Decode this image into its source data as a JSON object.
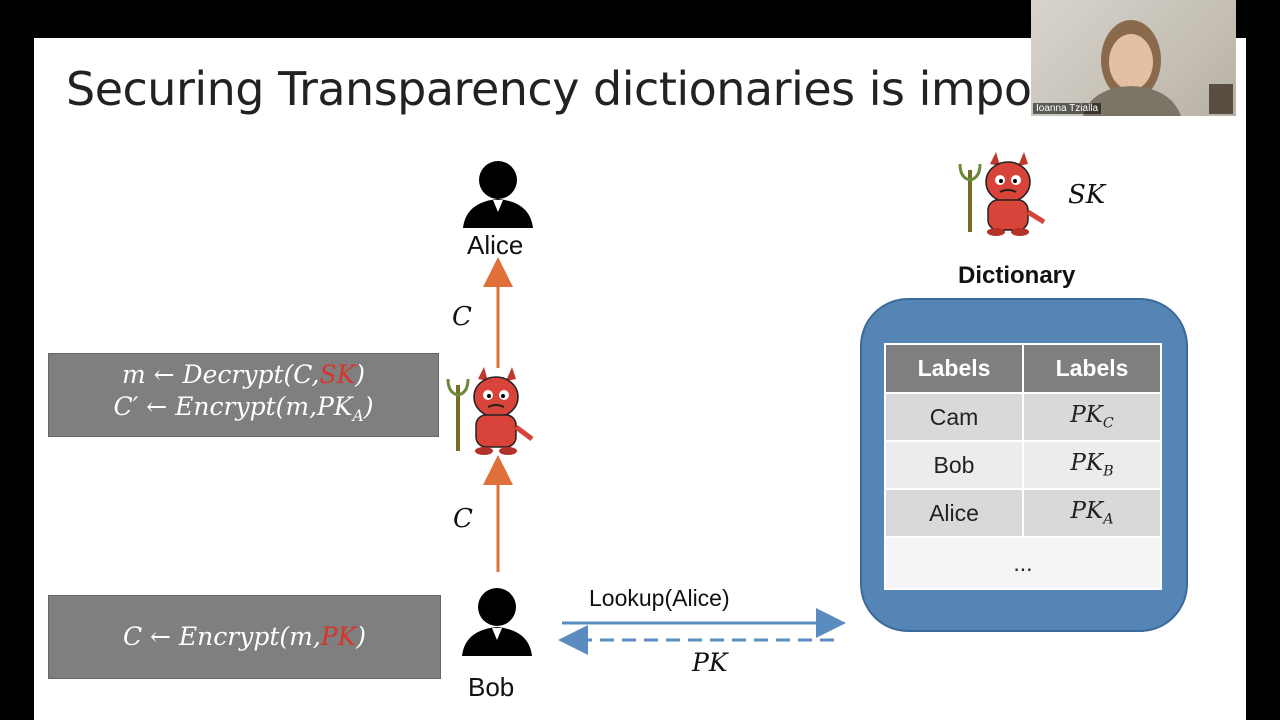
{
  "slide": {
    "title": "Securing Transparency dictionaries is impor"
  },
  "video": {
    "participant_name": "Ioanna Tzialla"
  },
  "actors": {
    "alice": "Alice",
    "bob": "Bob"
  },
  "messages": {
    "c_upper": "C",
    "c_lower": "C",
    "lookup": "Lookup(Alice)",
    "pk": "PK",
    "sk": "SK"
  },
  "attacker_box": {
    "line1_prefix": "m ← Decrypt(C,",
    "line1_key": "SK",
    "line1_suffix": ")",
    "line2_prefix": "C′ ← Encrypt(m,",
    "line2_key": "PK",
    "line2_sub": "A",
    "line2_suffix": ")"
  },
  "bob_box": {
    "prefix": "C ← Encrypt(m,",
    "key": "PK",
    "suffix": ")"
  },
  "dictionary": {
    "title": "Dictionary",
    "headers": [
      "Labels",
      "Labels"
    ],
    "rows": [
      {
        "label": "Cam",
        "key": "PK",
        "sub": "C"
      },
      {
        "label": "Bob",
        "key": "PK",
        "sub": "B"
      },
      {
        "label": "Alice",
        "key": "PK",
        "sub": "A"
      }
    ],
    "ellipsis": "..."
  },
  "colors": {
    "arrow_orange": "#e0703a",
    "arrow_blue": "#5b8cc0",
    "key_red": "#d8352a",
    "dict_blue": "#5585b5",
    "box_gray": "#7f7f7f"
  }
}
